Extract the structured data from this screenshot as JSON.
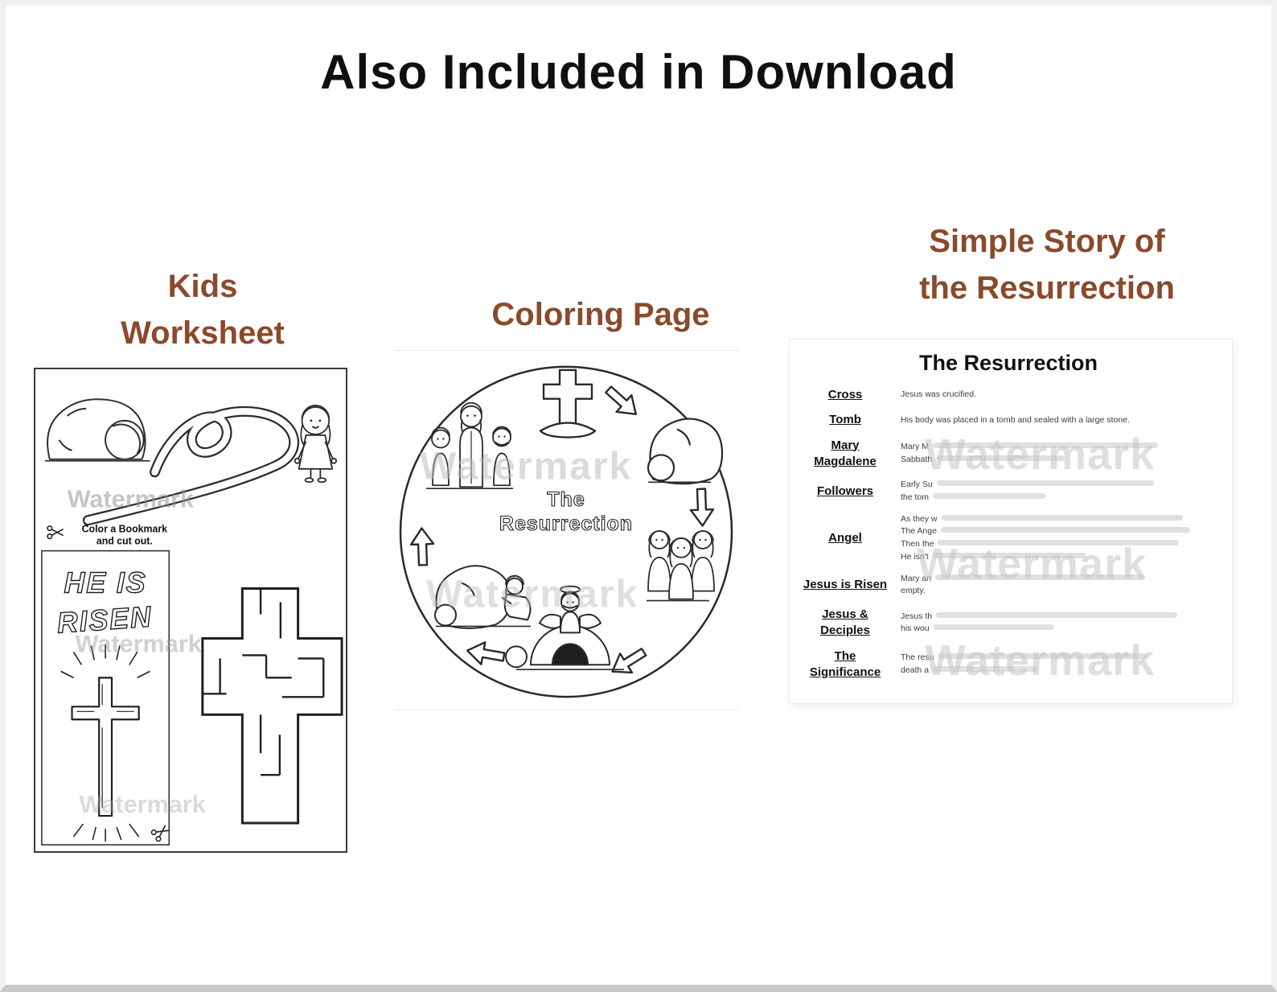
{
  "page": {
    "title": "Also Included in Download",
    "watermark": "Watermark"
  },
  "worksheet": {
    "heading": [
      "Kids",
      "Worksheet"
    ],
    "instruction_line1": "Color a Bookmark",
    "instruction_line2": "and cut out.",
    "bookmark": [
      "HE IS",
      "RISEN"
    ]
  },
  "coloring": {
    "heading": "Coloring Page",
    "center_title": [
      "The",
      "Resurrection"
    ]
  },
  "story": {
    "heading": [
      "Simple Story of",
      "the Resurrection"
    ],
    "doc_title": "The Resurrection",
    "rows": [
      {
        "label_lines": [
          "Cross"
        ],
        "lines": [
          "Jesus was crucified."
        ]
      },
      {
        "label_lines": [
          "Tomb"
        ],
        "lines": [
          "His body was placed in a tomb and sealed with a large stone."
        ]
      },
      {
        "label_lines": [
          "Mary",
          "Magdalene"
        ],
        "lines": [
          "Mary M",
          "Sabbath"
        ]
      },
      {
        "label_lines": [
          "Followers"
        ],
        "lines": [
          "Early Su",
          "the tom"
        ]
      },
      {
        "label_lines": [
          "Angel"
        ],
        "lines": [
          "As they w",
          "The Ange",
          "Then the",
          "He isn't"
        ]
      },
      {
        "label_lines": [
          "Jesus is Risen"
        ],
        "lines": [
          "Mary an",
          "empty."
        ]
      },
      {
        "label_lines": [
          "Jesus &",
          "Deciples"
        ],
        "lines": [
          "Jesus th",
          "his wou"
        ]
      },
      {
        "label_lines": [
          "The",
          "Significance"
        ],
        "lines": [
          "The resu",
          "death a"
        ]
      }
    ]
  }
}
